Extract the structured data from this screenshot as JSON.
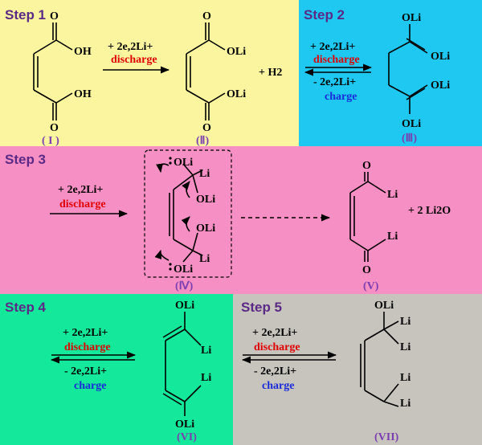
{
  "colors": {
    "panel1": "#fbf5a0",
    "panel2": "#1ec8f1",
    "panel3": "#f68fc4",
    "panel4": "#14e89a",
    "panel5": "#c7c3bd",
    "step_label": "#5b2a86",
    "discharge": "#e00000",
    "charge": "#1a2bd8",
    "compound_label": "#7b3fb0"
  },
  "step1": {
    "title": "Step 1",
    "reagent": "+ 2e,2Li+",
    "discharge": "discharge",
    "mol1": {
      "oh_top": "OH",
      "oh_bot": "OH",
      "o_top": "O",
      "o_bot": "O",
      "label": "( I )"
    },
    "mol2": {
      "oli_top": "OLi",
      "oli_bot": "OLi",
      "o_top": "O",
      "o_bot": "O",
      "label": "(Ⅱ)"
    },
    "byproduct": "+ H2"
  },
  "step2": {
    "title": "Step 2",
    "reagent_fwd": "+ 2e,2Li+",
    "discharge": "discharge",
    "reagent_rev": "- 2e,2Li+",
    "charge": "charge",
    "mol3": {
      "oli": [
        "OLi",
        "OLi",
        "OLi",
        "OLi"
      ],
      "label": "(Ⅲ)"
    }
  },
  "step3": {
    "title": "Step 3",
    "reagent": "+ 2e,2Li+",
    "discharge": "discharge",
    "mol4": {
      "oli1": "OLi",
      "li1": "Li",
      "oli2": "OLi",
      "oli3": "OLi",
      "li2": "Li",
      "oli4": "OLi",
      "label": "(Ⅳ)"
    },
    "mol5": {
      "o_top": "O",
      "li_top": "Li",
      "li_bot": "Li",
      "o_bot": "O",
      "label": "(V)"
    },
    "byproduct": "+ 2 Li2O"
  },
  "step4": {
    "title": "Step 4",
    "reagent_fwd": "+ 2e,2Li+",
    "discharge": "discharge",
    "reagent_rev": "- 2e,2Li+",
    "charge": "charge",
    "mol6": {
      "oli_top": "OLi",
      "li_top": "Li",
      "li_bot": "Li",
      "oli_bot": "OLi",
      "label": "(VI)"
    }
  },
  "step5": {
    "title": "Step 5",
    "reagent_fwd": "+ 2e,2Li+",
    "discharge": "discharge",
    "reagent_rev": "- 2e,2Li+",
    "charge": "charge",
    "mol7": {
      "oli": "OLi",
      "li": [
        "Li",
        "Li",
        "Li",
        "Li"
      ],
      "label": "(VII)"
    }
  }
}
